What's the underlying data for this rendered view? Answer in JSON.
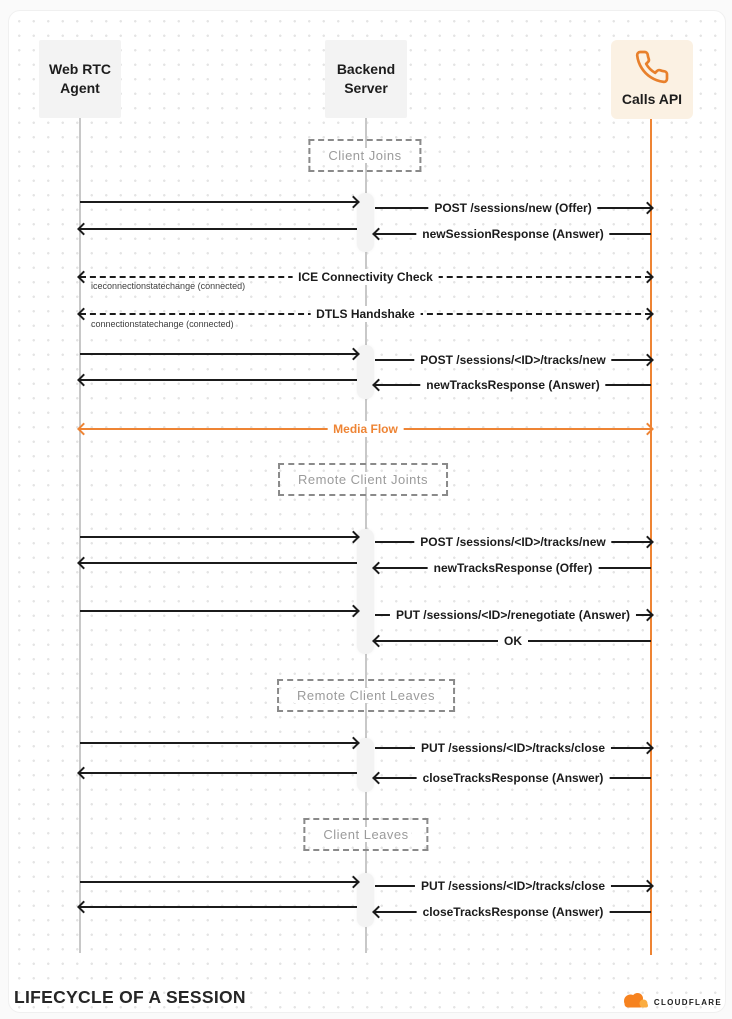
{
  "actors": {
    "web_rtc": {
      "line1": "Web RTC",
      "line2": "Agent"
    },
    "backend": {
      "line1": "Backend",
      "line2": "Server"
    },
    "calls_api": {
      "label": "Calls API",
      "icon": "phone-icon"
    }
  },
  "phases": {
    "client_joins": "Client Joins",
    "remote_client_joins": "Remote Client Joints",
    "remote_client_leaves": "Remote Client Leaves",
    "client_leaves": "Client Leaves"
  },
  "messages": {
    "post_sessions_new": "POST /sessions/new (Offer)",
    "new_session_response": "newSessionResponse (Answer)",
    "ice_check": "ICE Connectivity Check",
    "dtls_handshake": "DTLS Handshake",
    "post_tracks_new": "POST /sessions/<ID>/tracks/new",
    "new_tracks_response_answer": "newTracksResponse (Answer)",
    "media_flow": "Media Flow",
    "new_tracks_response_offer": "newTracksResponse (Offer)",
    "put_renegotiate": "PUT /sessions/<ID>/renegotiate (Answer)",
    "ok": "OK",
    "put_tracks_close": "PUT /sessions/<ID>/tracks/close",
    "close_tracks_response": "closeTracksResponse (Answer)"
  },
  "sub_labels": {
    "ice": "iceconnectionstatechange (connected)",
    "dtls": "connectionstatechange (connected)"
  },
  "footer": {
    "title": "LIFECYCLE OF A SESSION",
    "brand": "CLOUDFLARE"
  },
  "icons": {
    "calls_api": "phone-icon",
    "brand": "cloudflare-cloud-icon"
  },
  "colors": {
    "accent_orange": "#EE8434",
    "arrow_black": "#1B1B1B",
    "lifeline_gray": "#C8C8C8",
    "calls_box_bg": "#FBF1E3",
    "actor_box_bg": "#F3F3F3",
    "phase_text": "#9B9B9B",
    "logo_orange": "#F6821F",
    "logo_light_orange": "#FBAD41"
  }
}
